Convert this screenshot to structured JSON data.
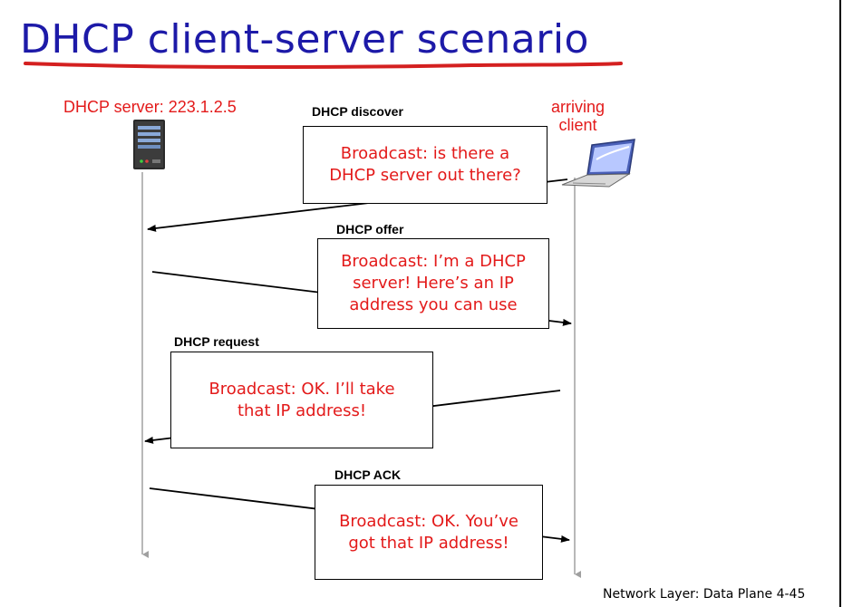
{
  "title": "DHCP client-server scenario",
  "server_label": "DHCP server: 223.1.2.5",
  "client_label": "arriving\nclient",
  "messages": [
    {
      "name": "DHCP discover",
      "text": "Broadcast: is there a\nDHCP server out there?"
    },
    {
      "name": "DHCP offer",
      "text": "Broadcast: I’m a DHCP\nserver! Here’s an IP\naddress you can use"
    },
    {
      "name": "DHCP request",
      "text": "Broadcast: OK.  I’ll take\nthat IP address!"
    },
    {
      "name": "DHCP ACK",
      "text": "Broadcast: OK.  You’ve\ngot that IP address!"
    }
  ],
  "footer": "Network Layer: Data Plane  4-45",
  "colors": {
    "title": "#1d1aa8",
    "underline": "#d42020",
    "message_text": "#e31a1a",
    "timeline": "#a0a0a0"
  },
  "icons": {
    "server": "server-tower-icon",
    "client": "laptop-icon"
  }
}
